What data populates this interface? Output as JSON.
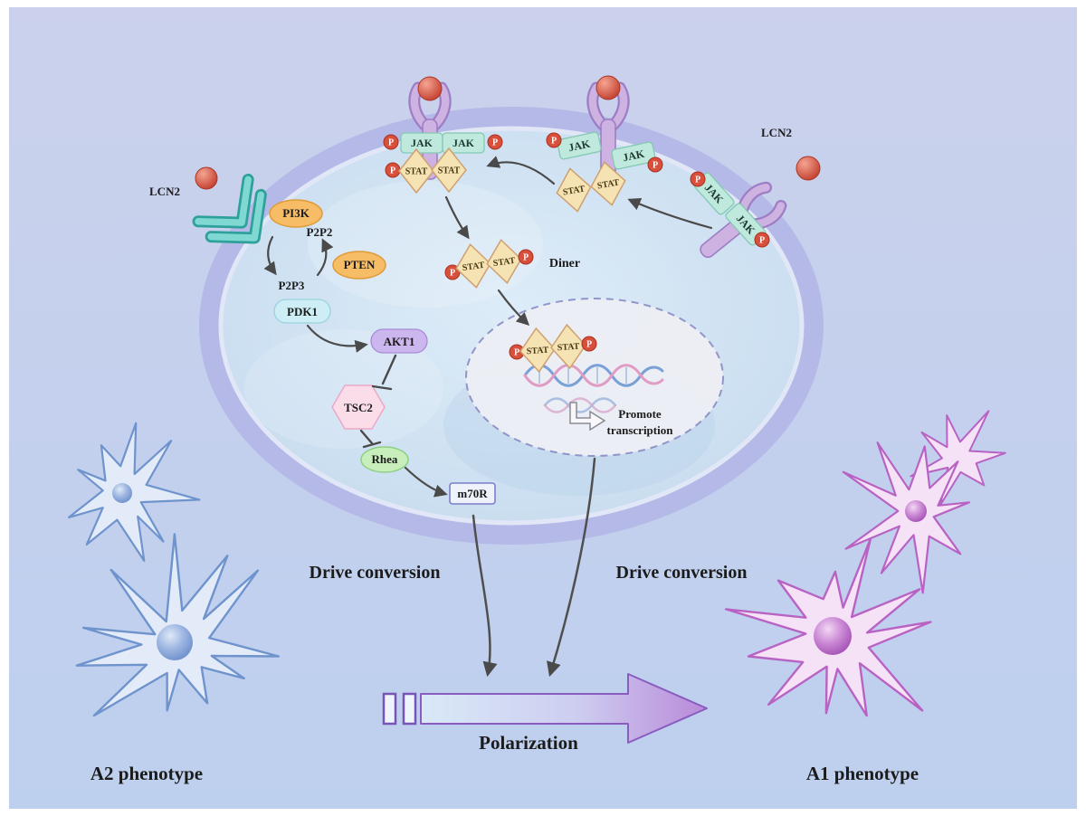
{
  "ligands": {
    "left_label": "LCN2",
    "right_label": "LCN2"
  },
  "signaling": {
    "jak": "JAK",
    "stat": "STAT",
    "phospho": "P",
    "dimer_label": "Diner",
    "promote_line1": "Promote",
    "promote_line2": "transcription"
  },
  "pathway": {
    "pi3k": "PI3K",
    "p2p2": "P2P2",
    "pten": "PTEN",
    "p2p3": "P2P3",
    "pdk1": "PDK1",
    "akt1": "AKT1",
    "tsc2": "TSC2",
    "rhea": "Rhea",
    "m70r": "m70R"
  },
  "annotations": {
    "drive_conversion_left": "Drive conversion",
    "drive_conversion_right": "Drive conversion",
    "polarization": "Polarization",
    "a2_phenotype": "A2 phenotype",
    "a1_phenotype": "A1 phenotype"
  },
  "colors": {
    "background_top": "#cbd1ec",
    "background_bottom": "#bdd0ee",
    "membrane": "#b5b9e7",
    "cytoplasm": "#d6e6f4",
    "nucleus_fill": "#edeff5",
    "receptor_purple": "#cdb2e2",
    "ligand_red": "#d8503c",
    "jak_chip_green": "#bfe9dc",
    "stat_diamond_tan": "#f6e3b4",
    "pi3k_pten_orange": "#f6bc66",
    "pdk1_cyan": "#cdeef5",
    "akt1_purple": "#cbb6ee",
    "tsc2_pink": "#fbdce9",
    "rhea_green": "#c8eebc",
    "arrow_gray": "#4a4a4a",
    "polar_arrow_start": "#d9e9f8",
    "polar_arrow_end": "#b98ad9",
    "a2_blue": "#6f93cc",
    "a1_pink": "#b863c4"
  }
}
